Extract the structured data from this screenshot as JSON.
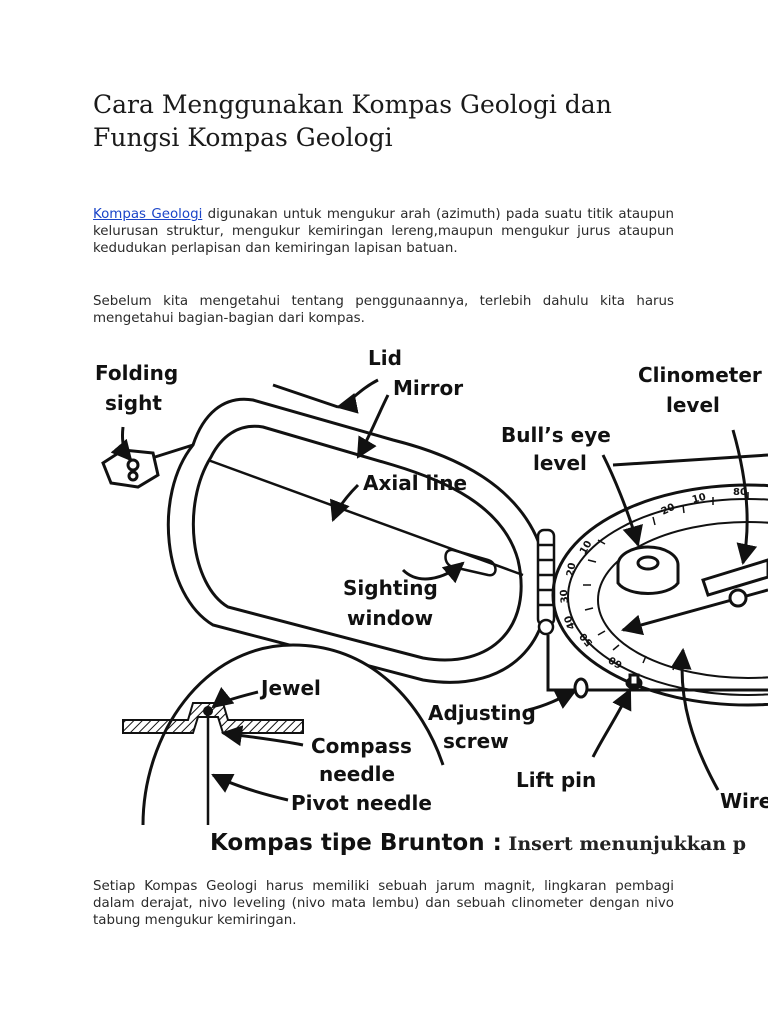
{
  "article": {
    "title_line1": "Cara Menggunakan Kompas Geologi dan",
    "title_line2": "Fungsi Kompas Geologi",
    "p1_link": "Kompas Geologi",
    "p1_rest": " digunakan untuk mengukur arah (azimuth) pada suatu titik ataupun kelurusan struktur, mengukur kemiringan lereng,maupun mengukur jurus ataupun kedudukan perlapisan dan kemiringan lapisan batuan.",
    "p2": "Sebelum kita mengetahui tentang penggunaannya, terlebih dahulu kita harus mengetahui bagian-bagian dari kompas.",
    "p3": "Setiap Kompas Geologi harus memiliki sebuah jarum magnit, lingkaran pembagi dalam derajat, nivo leveling (nivo mata lembu) dan sebuah clinometer dengan nivo tabung mengukur kemiringan."
  },
  "figure": {
    "labels": {
      "folding_sight_1": "Folding",
      "folding_sight_2": "sight",
      "lid": "Lid",
      "mirror": "Mirror",
      "axial_line": "Axial line",
      "sighting_window_1": "Sighting",
      "sighting_window_2": "window",
      "bulls_eye_1": "Bull’s eye",
      "bulls_eye_2": "level",
      "clinometer_1": "Clinometer",
      "clinometer_2": "level",
      "jewel": "Jewel",
      "compass_needle_1": "Compass",
      "compass_needle_2": "needle",
      "pivot_needle": "Pivot needle",
      "adjusting_screw_1": "Adjusting",
      "adjusting_screw_2": "screw",
      "lift_pin": "Lift pin",
      "wire": "Wire"
    },
    "scale_numbers": [
      "10",
      "20",
      "30",
      "40",
      "50",
      "60",
      "80",
      "10",
      "20"
    ],
    "caption_bold": "Kompas tipe Brunton :",
    "caption_rest": " Insert menunjukkan p"
  }
}
